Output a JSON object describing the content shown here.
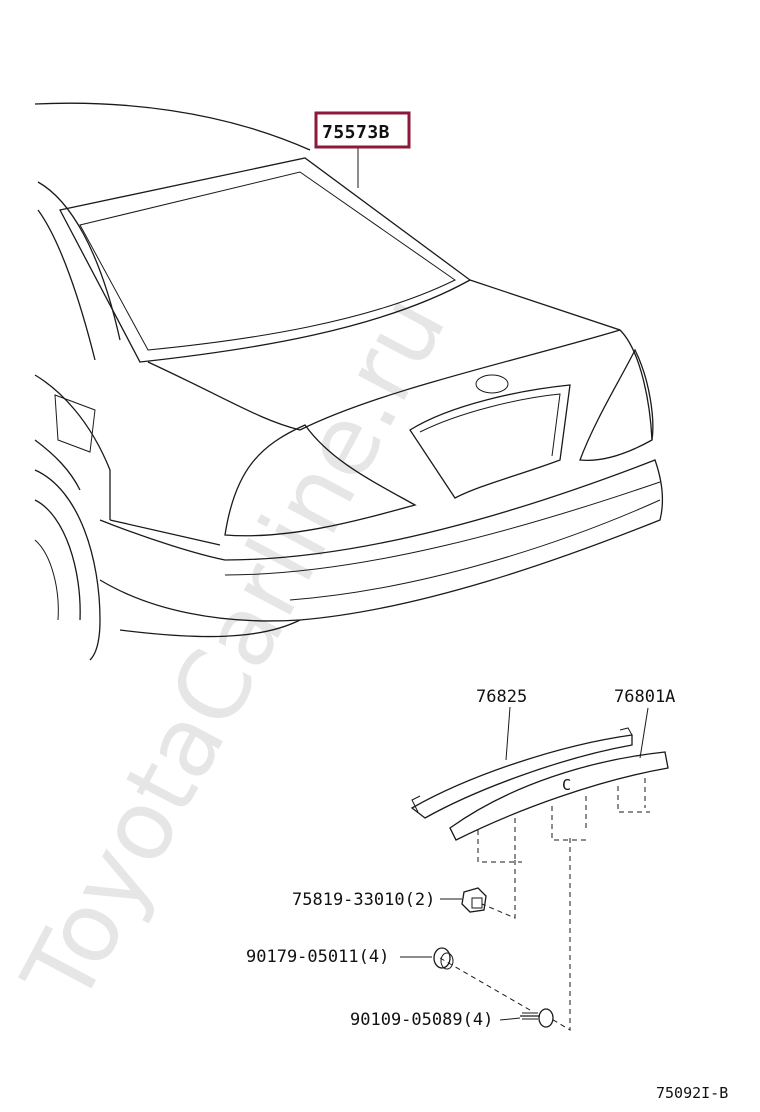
{
  "watermark": "ToyotaCarline.ru",
  "diagram_code": "75092I-B",
  "highlight_color": "#8b1a3a",
  "parts": {
    "weatherstrip": {
      "number": "75573B",
      "highlighted": true
    },
    "spoiler_seal": {
      "number": "76825"
    },
    "spoiler": {
      "number": "76801A",
      "mark": "C"
    },
    "clip": {
      "number": "75819-33010",
      "qty": "(2)"
    },
    "grommet": {
      "number": "90179-05011",
      "qty": "(4)"
    },
    "screw": {
      "number": "90109-05089",
      "qty": "(4)"
    }
  }
}
